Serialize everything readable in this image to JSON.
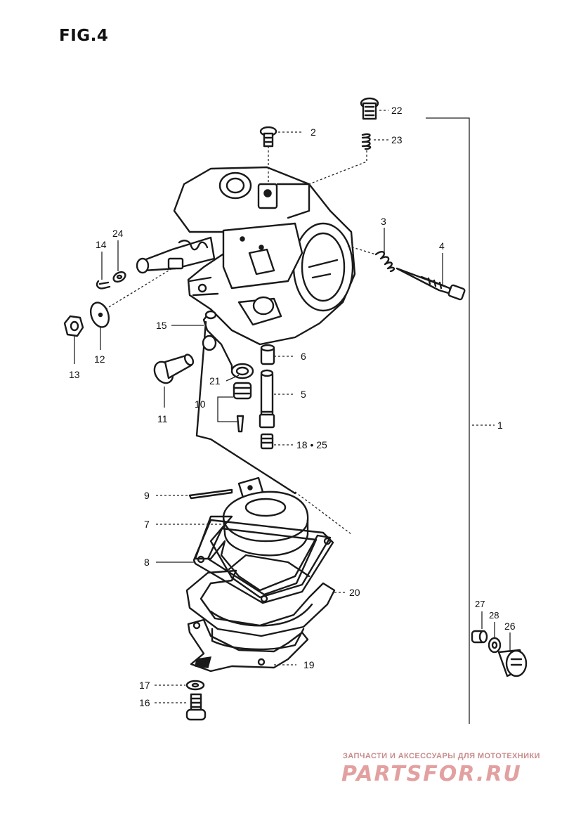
{
  "figure_label": "FIG.4",
  "callouts": [
    {
      "id": "c2",
      "text": "2"
    },
    {
      "id": "c22",
      "text": "22"
    },
    {
      "id": "c23",
      "text": "23"
    },
    {
      "id": "c3",
      "text": "3"
    },
    {
      "id": "c4",
      "text": "4"
    },
    {
      "id": "c24",
      "text": "24"
    },
    {
      "id": "c14",
      "text": "14"
    },
    {
      "id": "c15",
      "text": "15"
    },
    {
      "id": "c6",
      "text": "6"
    },
    {
      "id": "c13",
      "text": "13"
    },
    {
      "id": "c12",
      "text": "12"
    },
    {
      "id": "c21",
      "text": "21"
    },
    {
      "id": "c5",
      "text": "5"
    },
    {
      "id": "c10",
      "text": "10"
    },
    {
      "id": "c11",
      "text": "11"
    },
    {
      "id": "c1",
      "text": "1"
    },
    {
      "id": "c1825",
      "text": "18 • 25"
    },
    {
      "id": "c9",
      "text": "9"
    },
    {
      "id": "c7",
      "text": "7"
    },
    {
      "id": "c8",
      "text": "8"
    },
    {
      "id": "c20",
      "text": "20"
    },
    {
      "id": "c27",
      "text": "27"
    },
    {
      "id": "c28",
      "text": "28"
    },
    {
      "id": "c26",
      "text": "26"
    },
    {
      "id": "c19",
      "text": "19"
    },
    {
      "id": "c17",
      "text": "17"
    },
    {
      "id": "c16",
      "text": "16"
    }
  ],
  "watermark": {
    "tagline": "ЗАПЧАСТИ И АКСЕССУАРЫ ДЛЯ МОТОТЕХНИКИ",
    "logo": "PARTSFOR.RU"
  }
}
